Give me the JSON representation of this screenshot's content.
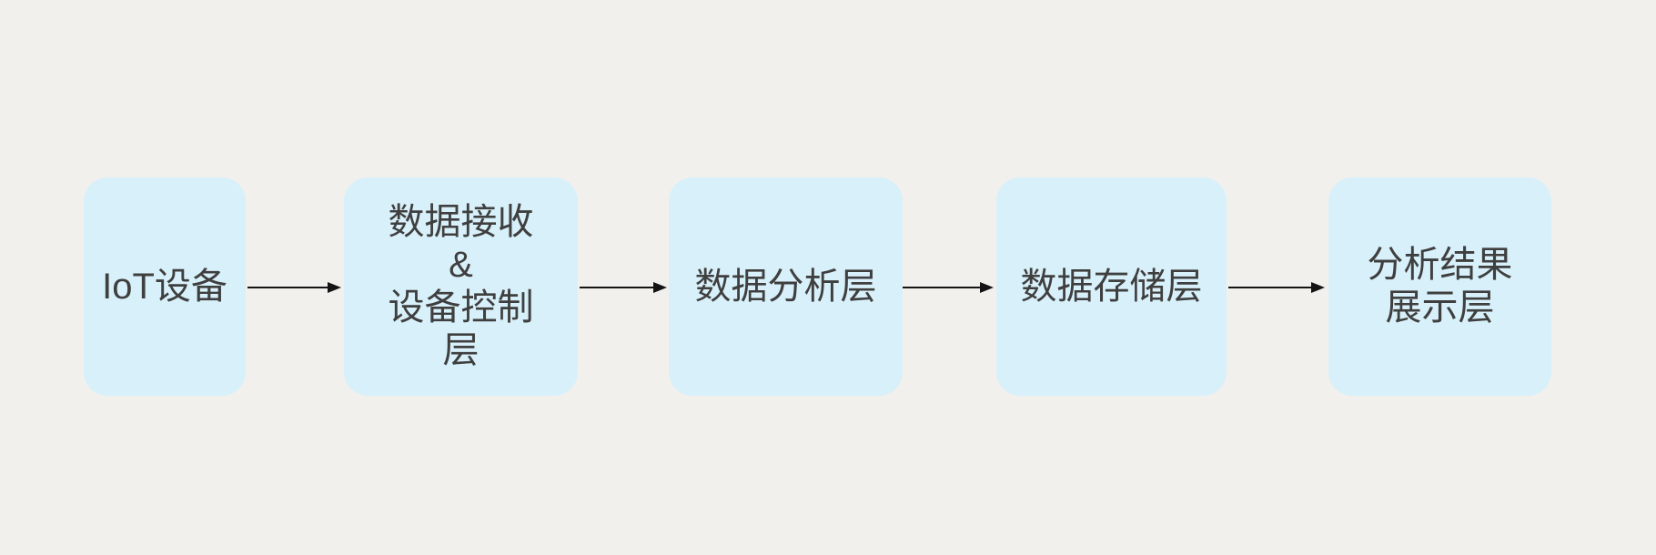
{
  "colors": {
    "background": "#f2f0ec",
    "node_fill": "#d8f0fa",
    "node_text": "#3f3f3f",
    "arrow": "#141414"
  },
  "diagram": {
    "type": "flowchart",
    "direction": "left-to-right",
    "nodes": [
      {
        "id": "iot-devices",
        "label": "IoT设备"
      },
      {
        "id": "data-receive-device-control-layer",
        "label": "数据接收\n&\n设备控制\n层"
      },
      {
        "id": "data-analysis-layer",
        "label": "数据分析层"
      },
      {
        "id": "data-storage-layer",
        "label": "数据存储层"
      },
      {
        "id": "analysis-result-display-layer",
        "label": "分析结果\n展示层"
      }
    ],
    "connections": [
      {
        "from": "iot-devices",
        "to": "data-receive-device-control-layer"
      },
      {
        "from": "data-receive-device-control-layer",
        "to": "data-analysis-layer"
      },
      {
        "from": "data-analysis-layer",
        "to": "data-storage-layer"
      },
      {
        "from": "data-storage-layer",
        "to": "analysis-result-display-layer"
      }
    ]
  }
}
